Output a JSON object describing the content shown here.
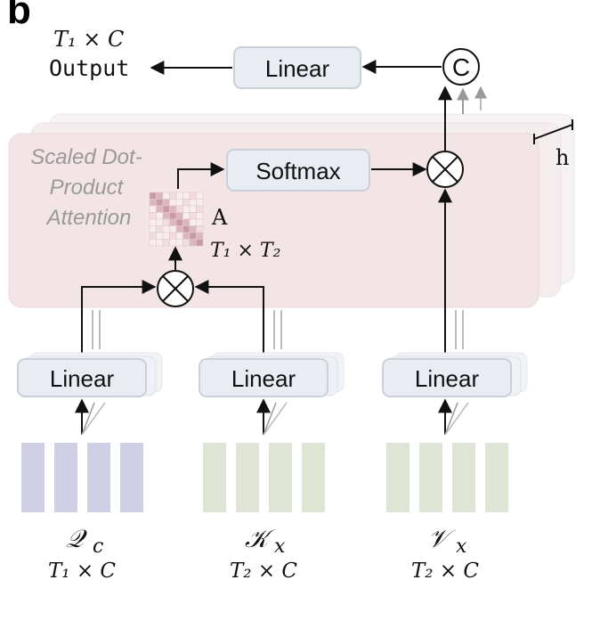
{
  "panel_label": "b",
  "output": {
    "dims": "T₁ × C",
    "label": "Output"
  },
  "output_linear": {
    "label": "Linear"
  },
  "concat": {
    "symbol": "C"
  },
  "head_count": "h",
  "attention_block": {
    "title_line1": "Scaled Dot-",
    "title_line2": "Product",
    "title_line3": "Attention",
    "softmax_label": "Softmax",
    "attn_matrix_label": "A",
    "attn_matrix_dims": "T₁ × T₂"
  },
  "inputs": [
    {
      "linear_label": "Linear",
      "symbol": "𝒬",
      "subscript": "c",
      "dims": "T₁ × C"
    },
    {
      "linear_label": "Linear",
      "symbol": "𝒦",
      "subscript": "x",
      "dims": "T₂ × C"
    },
    {
      "linear_label": "Linear",
      "symbol": "𝒱",
      "subscript": "x",
      "dims": "T₂ × C"
    }
  ],
  "colors": {
    "box_fill": "#e9edf3",
    "box_stroke": "#c9d0da",
    "panel_fill": "#f3e4e6",
    "query_token": "#cfcfe6",
    "kv_token": "#dfe5d5",
    "matrix_dark": "#c89aa5",
    "matrix_light": "#f1dde1"
  },
  "icons": {
    "multiply": "circle-times-icon",
    "concat": "circled-c-icon"
  }
}
